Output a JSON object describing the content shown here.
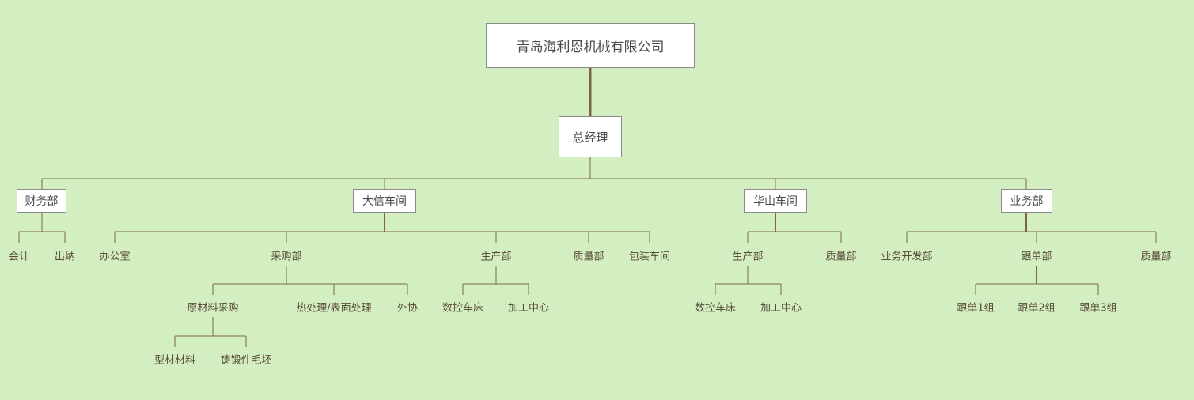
{
  "org": {
    "root": "青岛海利恩机械有限公司",
    "gm": "总经理",
    "departments": {
      "finance": {
        "label": "财务部",
        "children": [
          "会计",
          "出纳"
        ]
      },
      "daxin": {
        "label": "大信车间",
        "children": {
          "office": "办公室",
          "purchase": {
            "label": "采购部",
            "children": {
              "raw": {
                "label": "原材料采购",
                "children": [
                  "型材材料",
                  "铸锻件毛坯"
                ]
              },
              "heat": "热处理/表面处理",
              "outsource": "外协"
            }
          },
          "production": {
            "label": "生产部",
            "children": [
              "数控车床",
              "加工中心"
            ]
          },
          "quality": "质量部",
          "packing": "包装车间"
        }
      },
      "huashan": {
        "label": "华山车间",
        "children": {
          "production": {
            "label": "生产部",
            "children": [
              "数控车床",
              "加工中心"
            ]
          },
          "quality": "质量部"
        }
      },
      "business": {
        "label": "业务部",
        "children": {
          "dev": "业务开发部",
          "follow": {
            "label": "跟单部",
            "children": [
              "跟单1组",
              "跟单2组",
              "跟单3组"
            ]
          },
          "quality": "质量部"
        }
      }
    }
  },
  "colors": {
    "background": "#d3efc2",
    "connector": "#7a6548",
    "box_fill": "#ffffff",
    "box_border": "#8a8a8a"
  }
}
